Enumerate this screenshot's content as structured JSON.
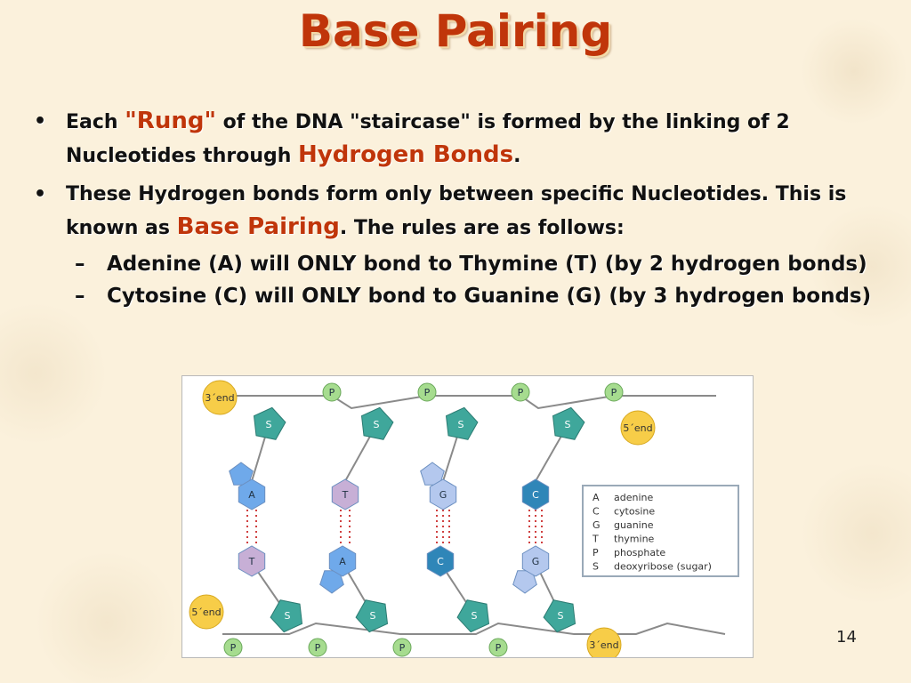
{
  "slide": {
    "title": "Base Pairing",
    "page_number": "14",
    "bullets": [
      {
        "prefix": "Each ",
        "highlight1": "\"Rung\"",
        "middle": " of the DNA \"staircase\" is formed by the linking of 2 Nucleotides through ",
        "highlight2": "Hydrogen Bonds",
        "suffix": "."
      },
      {
        "prefix": "These Hydrogen bonds form only between specific Nucleotides. This is known as ",
        "highlight": "Base Pairing",
        "suffix": ".  The rules are as follows:"
      }
    ],
    "sub_bullets": [
      "Adenine (A) will ONLY bond to Thymine (T) (by 2 hydrogen bonds)",
      "Cytosine (C) will ONLY bond to Guanine (G) (by 3 hydrogen bonds)"
    ]
  },
  "diagram": {
    "phosphate_label": "P",
    "sugar_label": "S",
    "top_left_end": "3´end",
    "top_right_end": "5´end",
    "bottom_left_end": "5´end",
    "bottom_right_end": "3´end",
    "upper_bases": [
      "A",
      "T",
      "G",
      "C"
    ],
    "lower_bases": [
      "T",
      "A",
      "C",
      "G"
    ],
    "legend": [
      {
        "code": "A",
        "name": "adenine"
      },
      {
        "code": "C",
        "name": "cytosine"
      },
      {
        "code": "G",
        "name": "guanine"
      },
      {
        "code": "T",
        "name": "thymine"
      },
      {
        "code": "P",
        "name": "phosphate"
      },
      {
        "code": "S",
        "name": "deoxyribose (sugar)"
      }
    ],
    "colors": {
      "phosphate": "#a6dc8f",
      "sugar": "#3fa79b",
      "adenine": "#6fa9ea",
      "thymine": "#c7afd6",
      "guanine": "#b4c8ee",
      "cytosine": "#2f86b8",
      "end_cap": "#f7cd48",
      "title_red": "#c0350a"
    }
  }
}
